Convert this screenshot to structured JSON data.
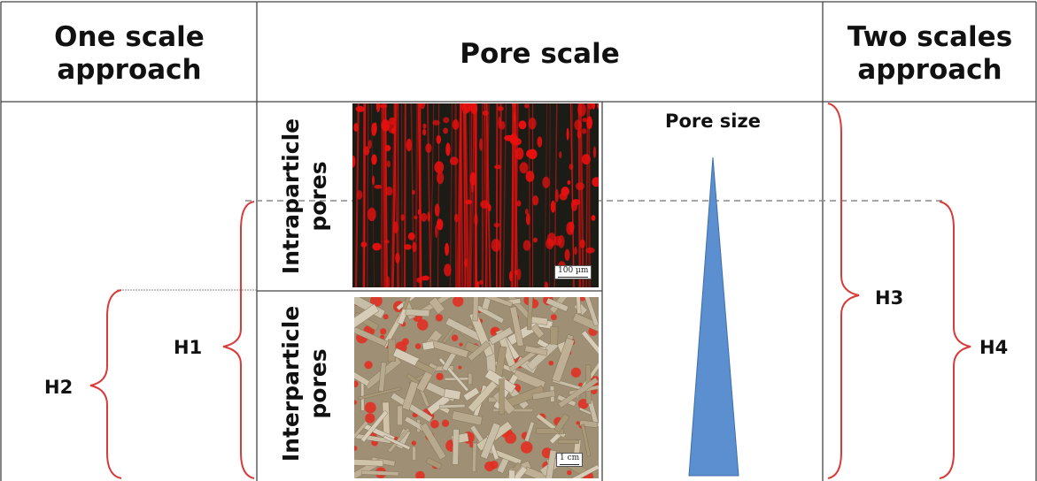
{
  "headers": {
    "left": "One scale approach",
    "middle": "Pore scale",
    "right": "Two scales approach"
  },
  "rows": {
    "intraparticle": "Intraparticle pores",
    "interparticle": "Interparticle pores"
  },
  "images": {
    "intraparticle_scale": "100 µm",
    "interparticle_scale": "1 cm"
  },
  "pore_size_label": "Pore size",
  "brackets": {
    "h1": "H1",
    "h2": "H2",
    "h3": "H3",
    "h4": "H4"
  },
  "colors": {
    "bracket": "#d93a3a",
    "triangle": "#5b8fcf",
    "intra_bg": "#1b1c16",
    "intra_pore": "#e8100f",
    "inter_bg": "#9f8f74",
    "inter_pore": "#e52a1e"
  }
}
